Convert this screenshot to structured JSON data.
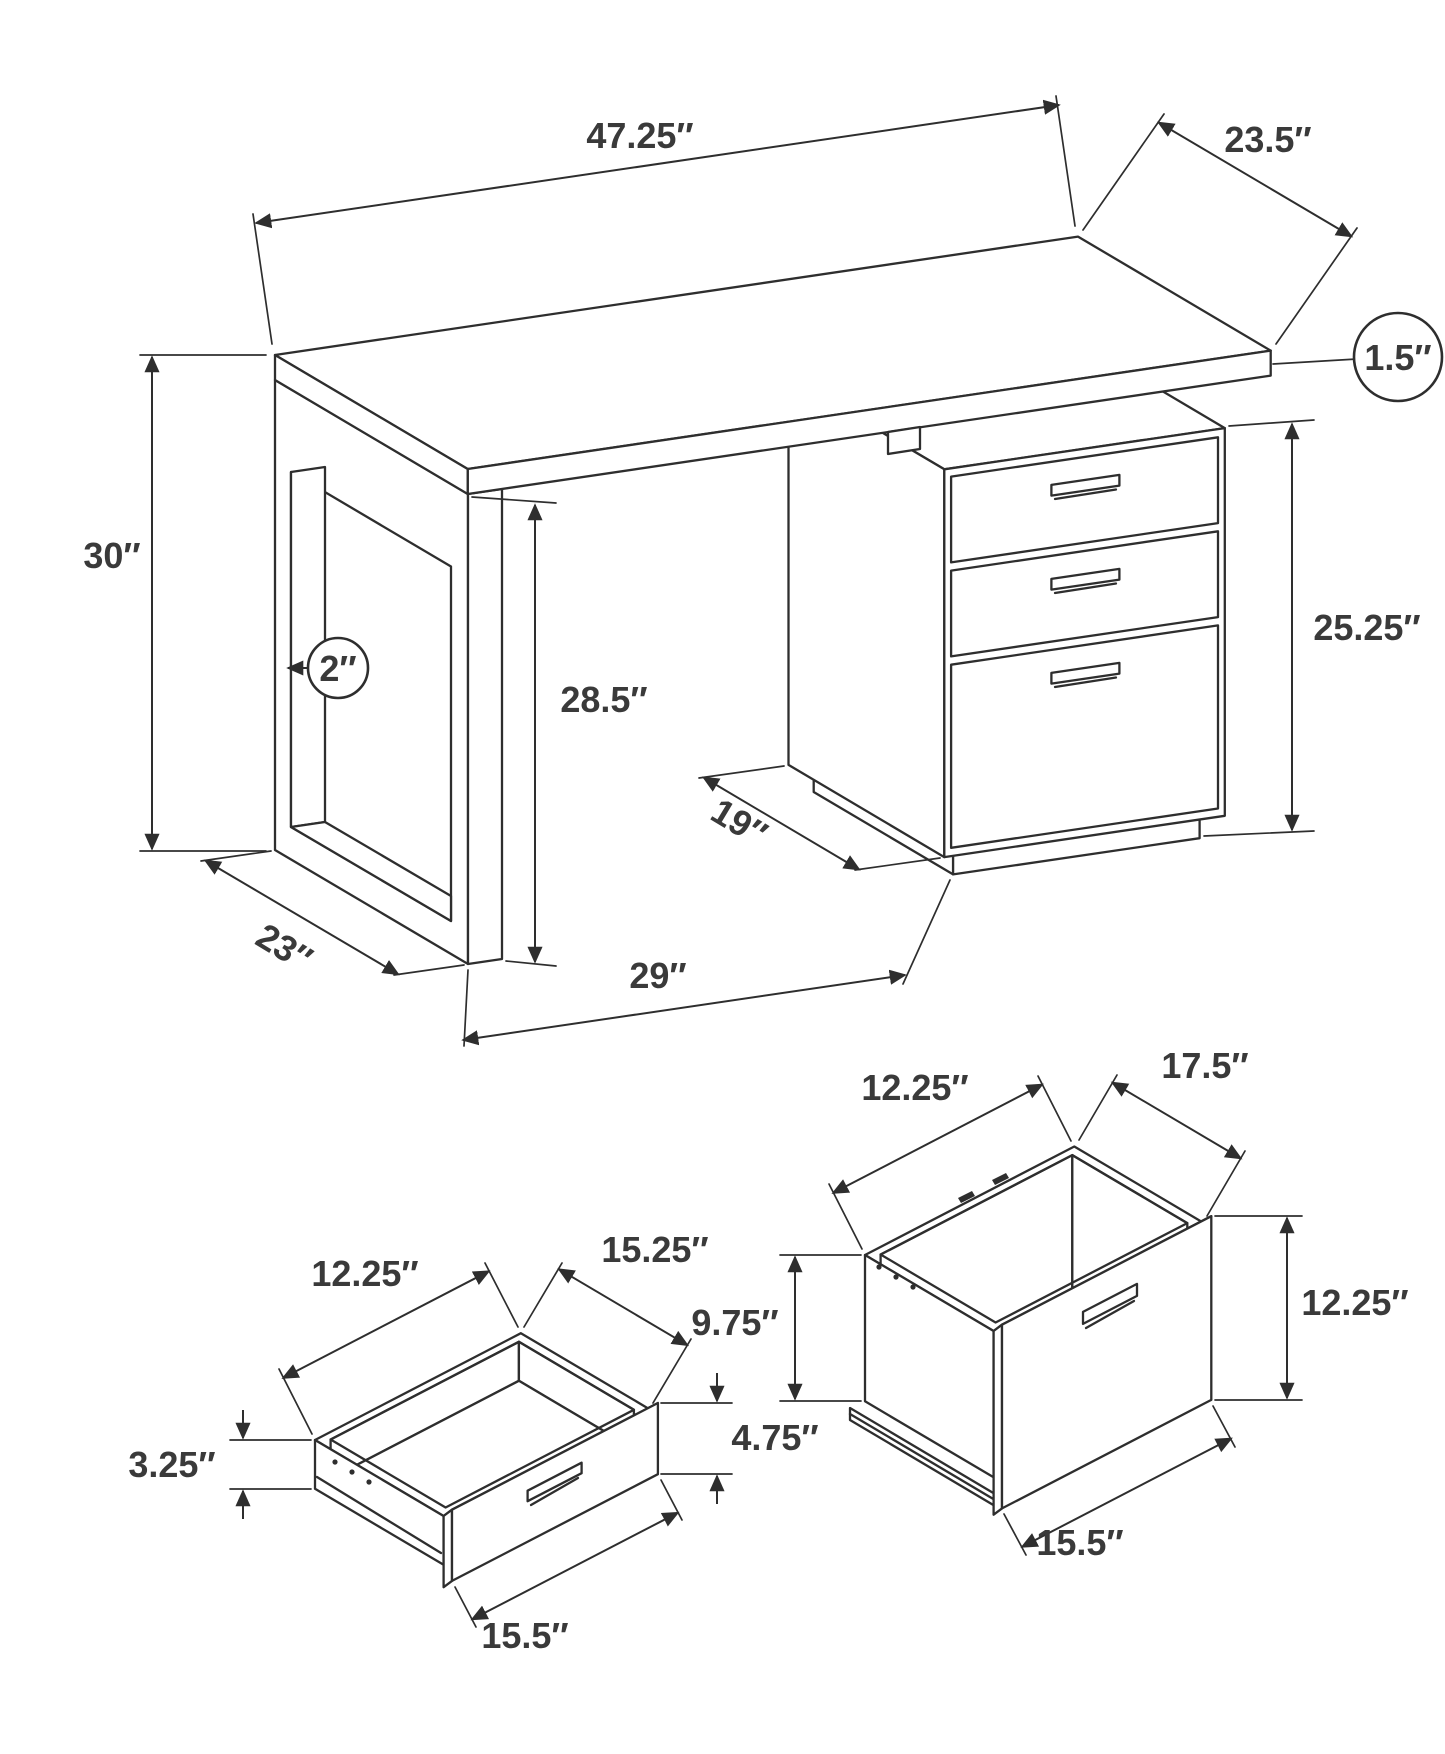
{
  "diagram": {
    "desk": {
      "top_width": "47.25″",
      "top_depth": "23.5″",
      "top_thickness": "1.5″",
      "overall_height": "30″",
      "frame_thickness": "2″",
      "clearance_height": "28.5″",
      "pedestal_height": "25.25″",
      "pedestal_depth": "19″",
      "leg_depth": "23″",
      "knee_space": "29″"
    },
    "small_drawer": {
      "top_left": "12.25″",
      "top_right": "15.25″",
      "left": "3.25″",
      "right": "4.75″",
      "bottom": "15.5″"
    },
    "file_drawer": {
      "top_left": "12.25″",
      "top_right": "17.5″",
      "left": "9.75″",
      "right": "12.25″",
      "bottom": "15.5″"
    }
  }
}
